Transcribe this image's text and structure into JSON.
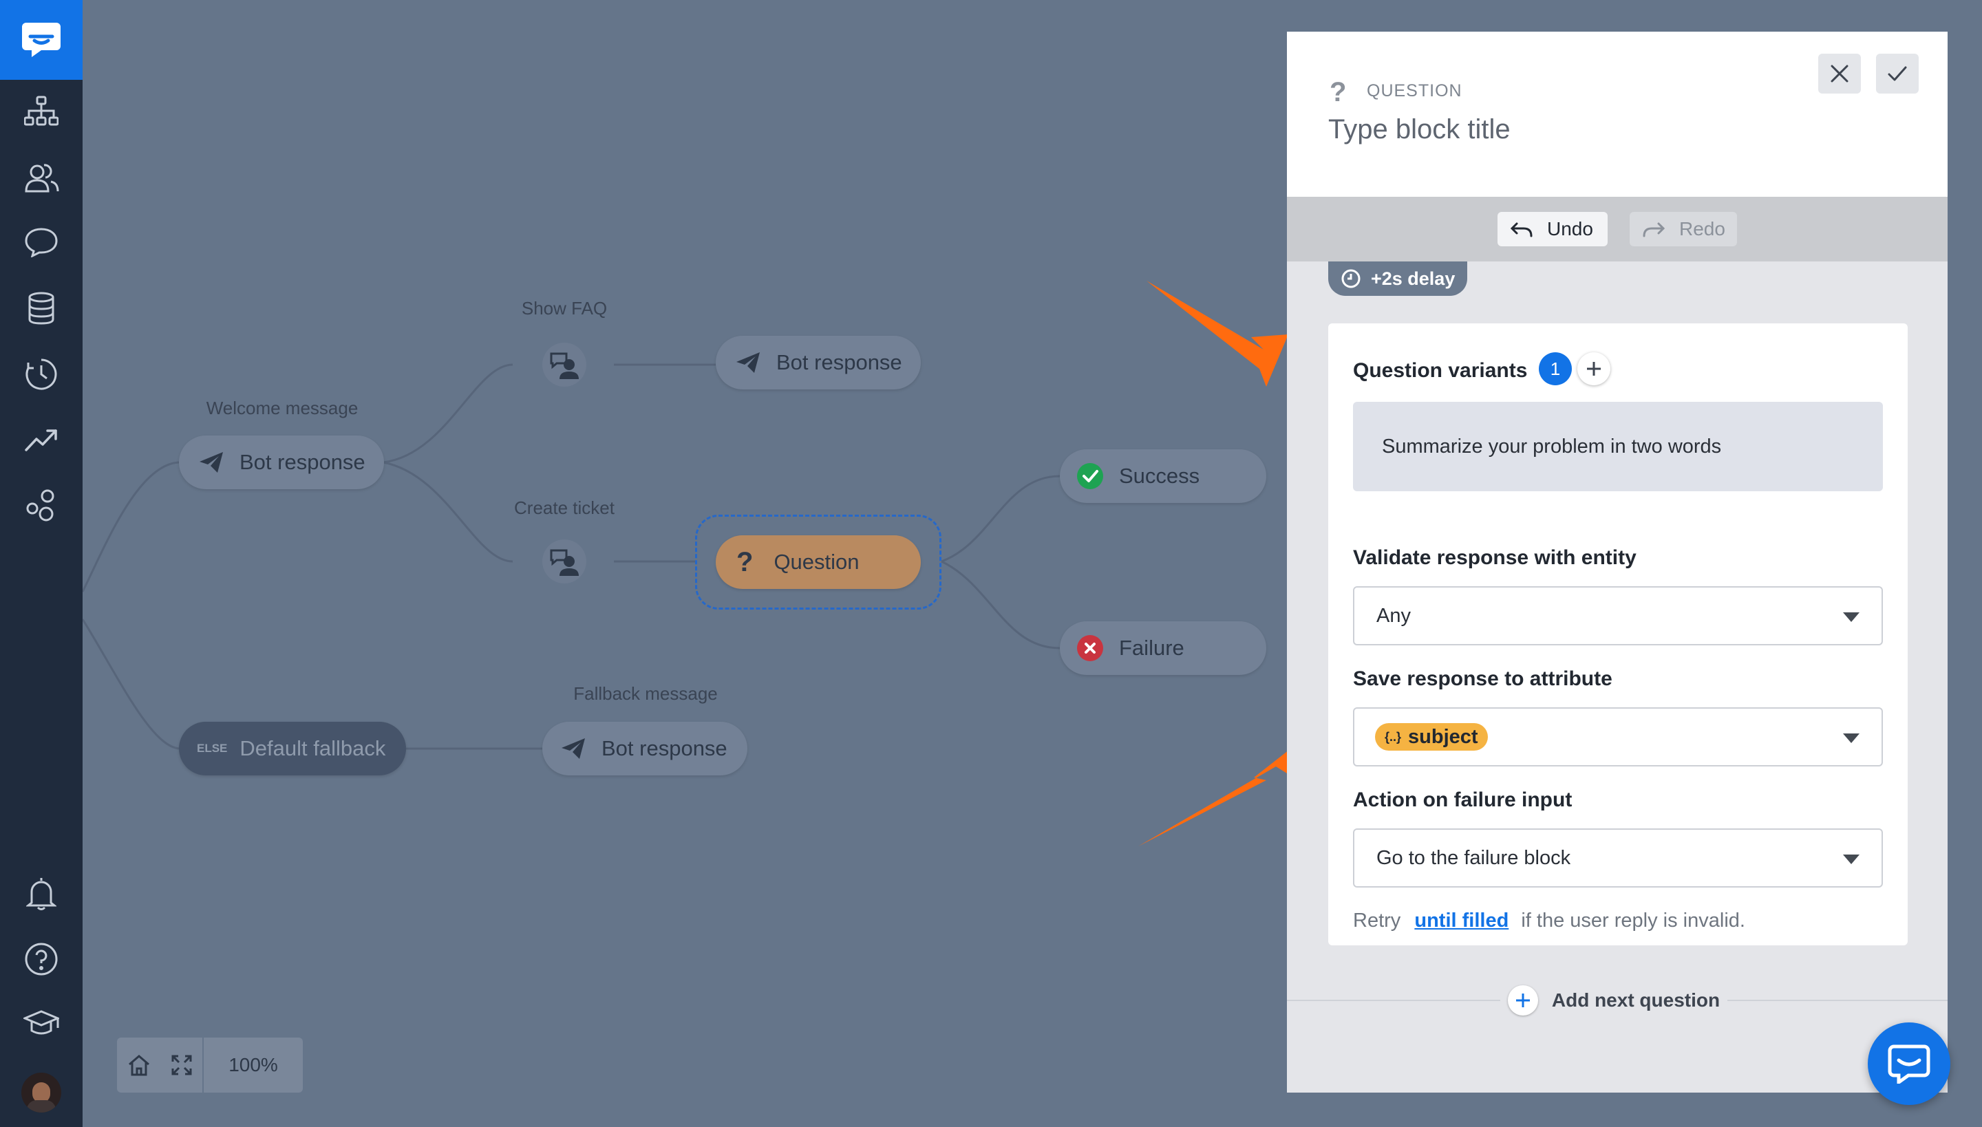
{
  "colors": {
    "sidebar": "#1f2b3d",
    "brand": "#1273e6",
    "canvas": "#65758a",
    "node": "#738196",
    "question_node": "#b98a60",
    "success": "#1ea352",
    "failure": "#d0303c",
    "arrow": "#ff6b0f",
    "attribute_chip": "#f5b342",
    "link": "#1273e6"
  },
  "sidebar": {
    "items": [
      {
        "icon": "org-chart-icon"
      },
      {
        "icon": "users-icon"
      },
      {
        "icon": "chat-bubble-icon"
      },
      {
        "icon": "database-icon"
      },
      {
        "icon": "history-clock-icon"
      },
      {
        "icon": "trend-up-icon"
      },
      {
        "icon": "integrations-icon"
      }
    ],
    "bottom_items": [
      {
        "icon": "bell-icon"
      },
      {
        "icon": "help-icon"
      },
      {
        "icon": "graduation-cap-icon"
      },
      {
        "icon": "avatar"
      }
    ]
  },
  "canvas": {
    "labels": {
      "welcome_message": "Welcome message",
      "show_faq": "Show FAQ",
      "create_ticket": "Create ticket",
      "fallback_message": "Fallback message"
    },
    "nodes": {
      "welcome_bot_response": "Bot response",
      "faq_bot_response": "Bot response",
      "question": "Question",
      "success": "Success",
      "failure": "Failure",
      "default_fallback_tag": "ELSE",
      "default_fallback": "Default fallback",
      "fallback_bot_response": "Bot response"
    },
    "zoom_level": "100%"
  },
  "panel": {
    "block_type": "QUESTION",
    "title_placeholder": "Type block title",
    "undo_label": "Undo",
    "redo_label": "Redo",
    "delay_label": "+2s delay",
    "question_variants_label": "Question variants",
    "question_variants_count": "1",
    "variant_text": "Summarize your problem in two words",
    "validate_label": "Validate response with entity",
    "validate_value": "Any",
    "save_label": "Save response to attribute",
    "save_value": "subject",
    "attribute_icon_text": "{..}",
    "failure_label": "Action on failure input",
    "failure_value": "Go to the failure block",
    "retry_prefix": "Retry",
    "retry_link": "until filled",
    "retry_suffix": "if the user reply is invalid.",
    "add_next_question": "Add next question"
  }
}
